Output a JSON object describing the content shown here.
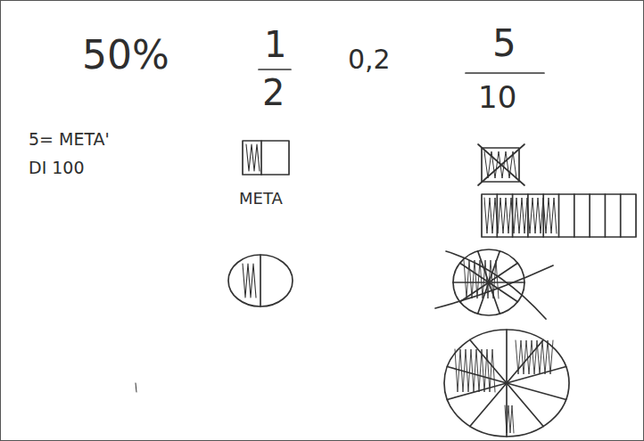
{
  "diagram": {
    "labels": [
      "50%",
      "1",
      "2",
      "0,2",
      "5",
      "10",
      "5= META' DI 100",
      "META"
    ]
  }
}
